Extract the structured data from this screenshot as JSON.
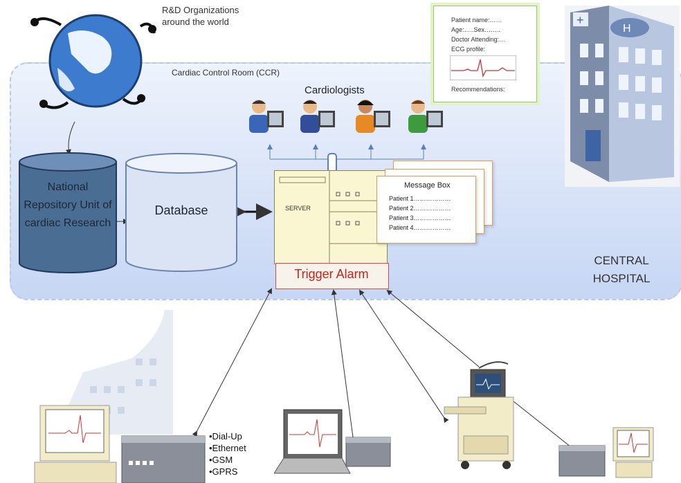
{
  "rd_label": "R&D Organizations around the world",
  "ccr": {
    "title": "Cardiac Control Room (CCR)",
    "cardiologists": "Cardiologists",
    "hospital_label": "CENTRAL HOSPITAL"
  },
  "repository_label": "National Repository Unit of cardiac Research",
  "database_label": "Database",
  "server_label": "SERVER",
  "trigger_label": "Trigger Alarm",
  "message_box": {
    "title": "Message Box",
    "patients": [
      "Patient 1………………",
      "Patient 2………………",
      "Patient 3………………",
      "Patient 4………………"
    ]
  },
  "report": {
    "patient_name": "Patient name:……",
    "age_sex": "Age:…..Sex……..",
    "doctor": "Doctor Attending:…",
    "ecg": "ECG profile:",
    "recommendations": "Recommendations:"
  },
  "connections": [
    "•Dial-Up",
    "•Ethernet",
    "•GSM",
    "•GPRS"
  ],
  "colors": {
    "ccr_fill": "#c6d6f4",
    "repository": "#4a6d94",
    "trigger_text": "#c0261d",
    "server_fill": "#fbf6d2",
    "message_border": "#e39a55"
  }
}
